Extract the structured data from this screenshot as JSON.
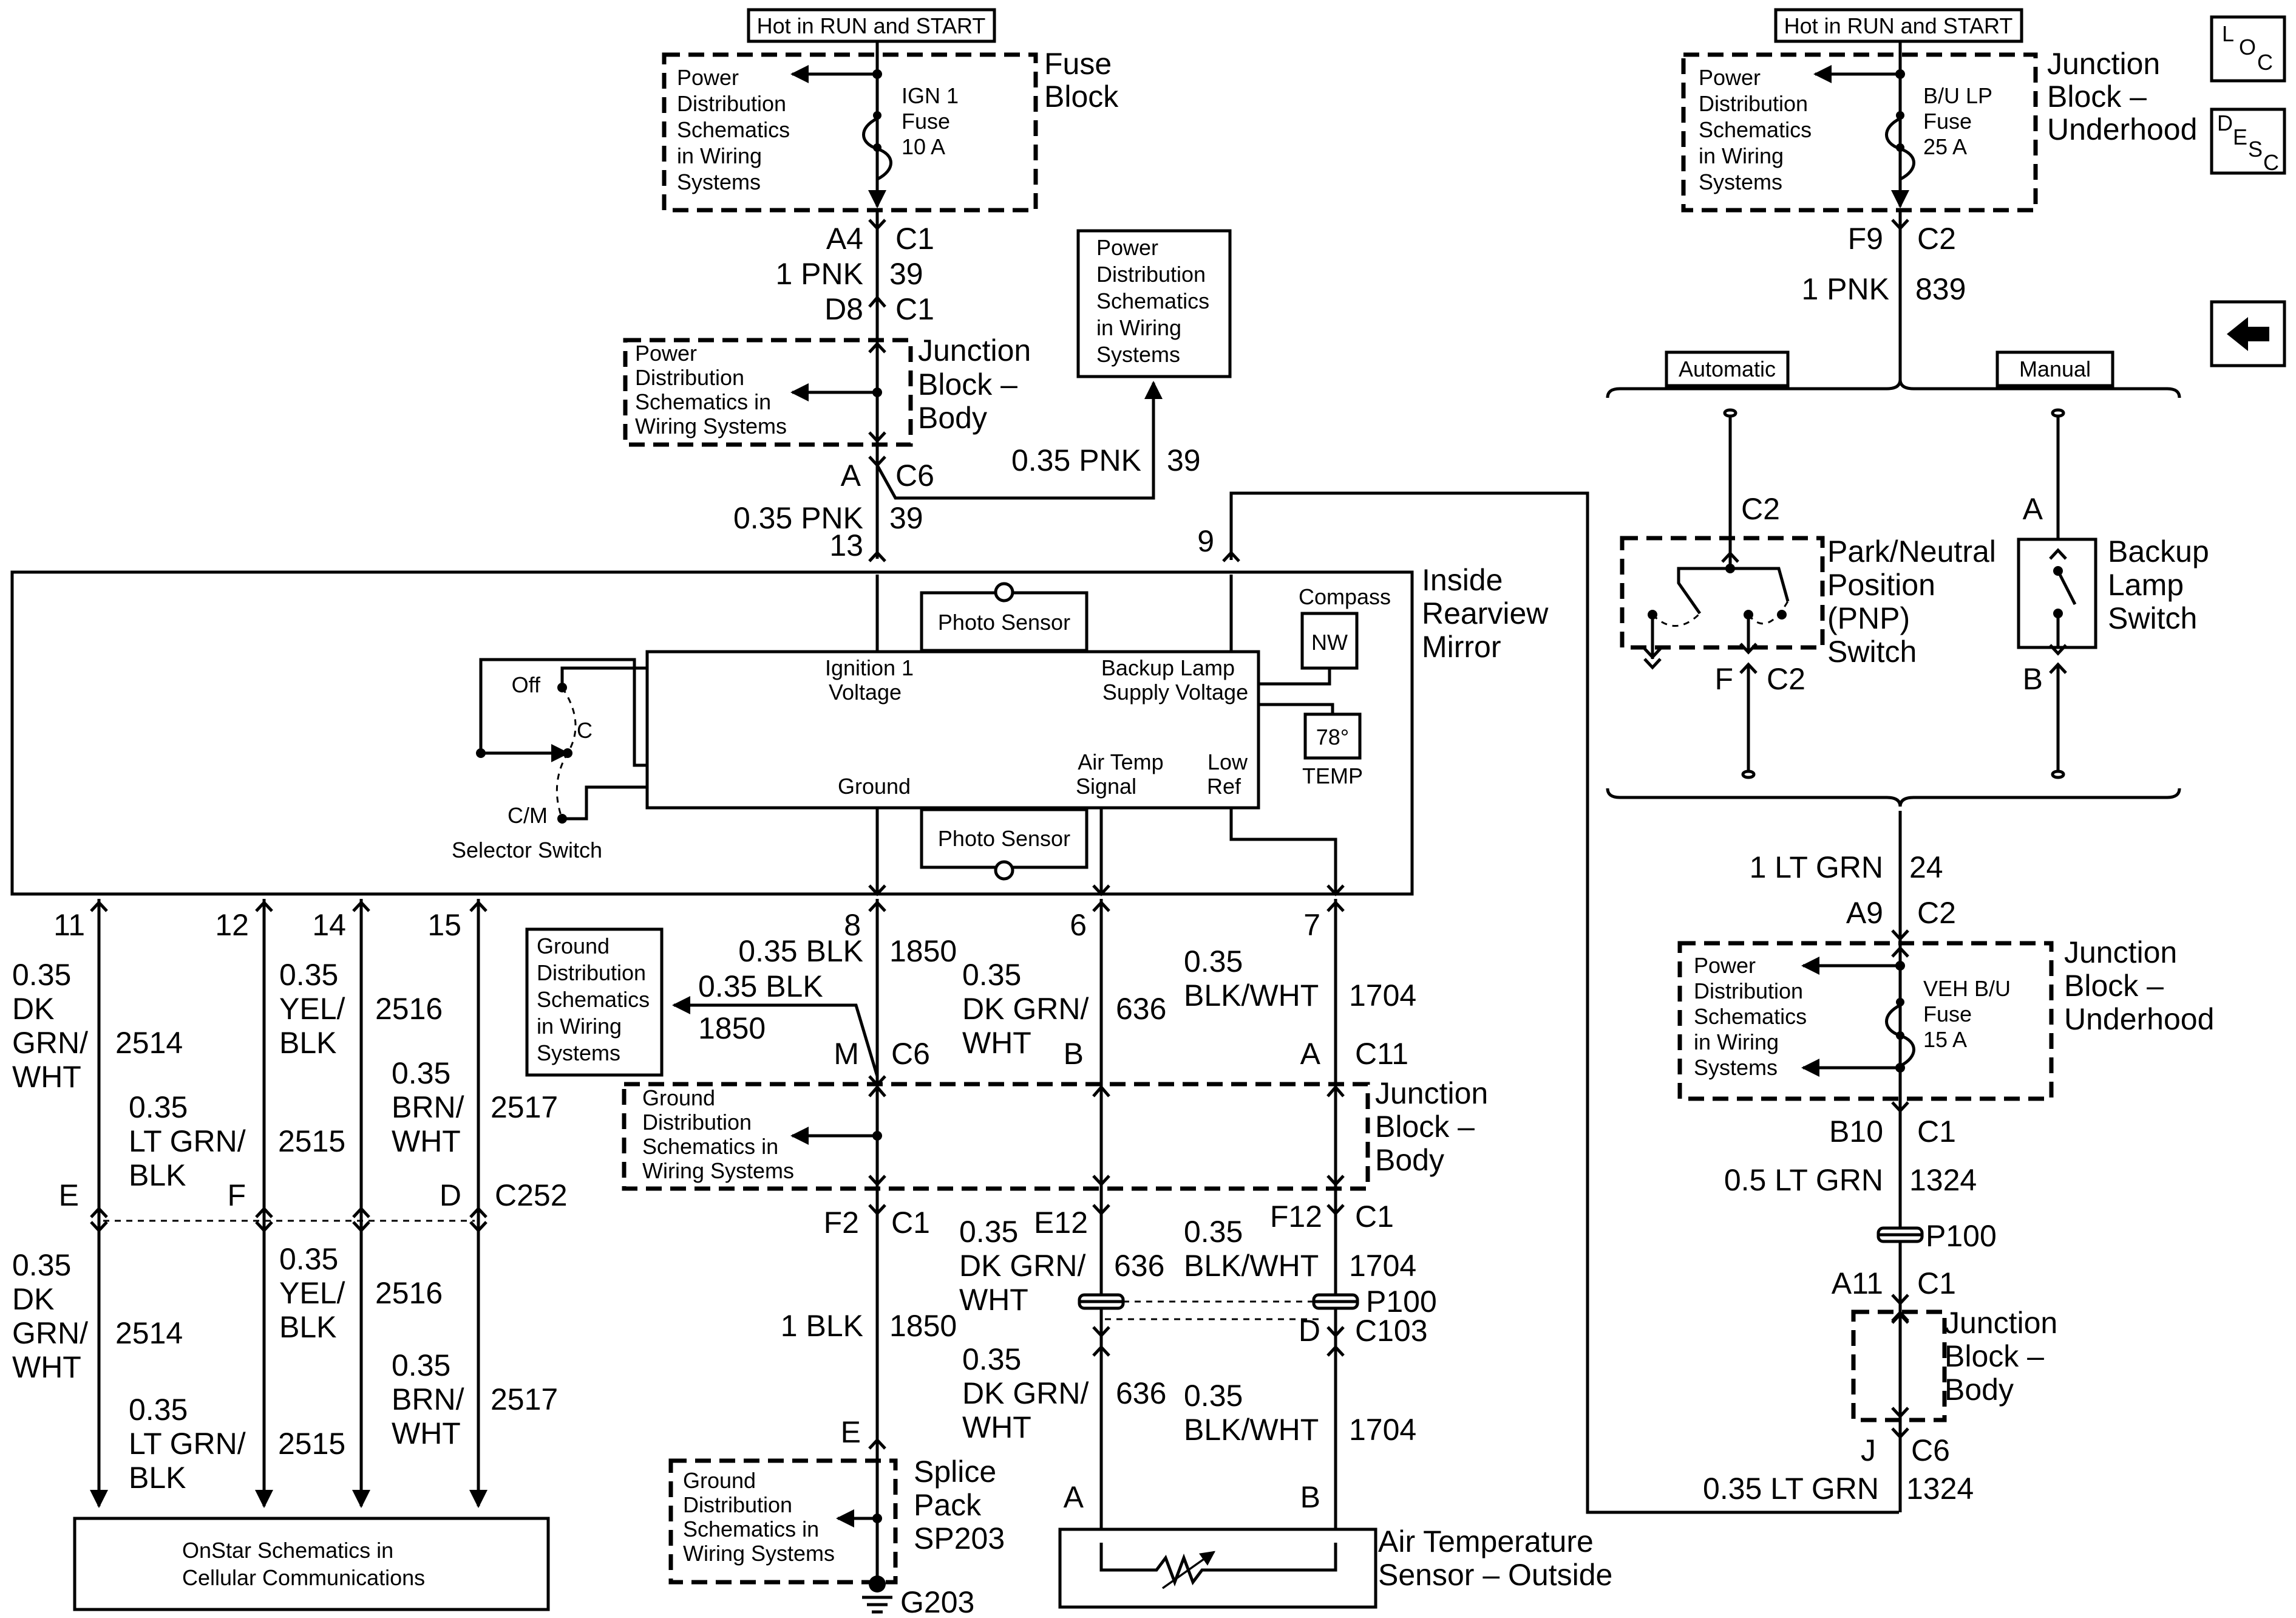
{
  "header_left": {
    "text": "Hot in RUN and START"
  },
  "header_right": {
    "text": "Hot in RUN and START"
  },
  "nav": {
    "loc": "LOC",
    "desc": "DESC"
  },
  "pd_text": [
    "Power",
    "Distribution",
    "Schematics",
    "in Wiring",
    "Systems"
  ],
  "pd_jb_text": [
    "Power",
    "Distribution",
    "Schematics in",
    "Wiring Systems"
  ],
  "gd_text": [
    "Ground",
    "Distribution",
    "Schematics in",
    "Wiring Systems"
  ],
  "gd_wire_text": [
    "Ground",
    "Distribution",
    "Schematics",
    "in Wiring",
    "Systems"
  ],
  "fuse_ign": {
    "lines": [
      "IGN 1",
      "Fuse",
      "10 A"
    ]
  },
  "fuse_bu": {
    "lines": [
      "B/U LP",
      "Fuse",
      "25 A"
    ]
  },
  "fuse_veh": {
    "lines": [
      "VEH B/U",
      "Fuse",
      "15 A"
    ]
  },
  "component_labels": {
    "fuse_block": [
      "Fuse",
      "Block"
    ],
    "jb_underhood": [
      "Junction",
      "Block –",
      "Underhood"
    ],
    "jb_body": [
      "Junction",
      "Block –",
      "Body"
    ],
    "mirror": [
      "Inside",
      "Rearview",
      "Mirror"
    ],
    "pnp": [
      "Park/Neutral",
      "Position",
      "(PNP)",
      "Switch"
    ],
    "backup_switch": [
      "Backup",
      "Lamp",
      "Switch"
    ],
    "splice": [
      "Splice",
      "Pack",
      "SP203"
    ],
    "air_temp": [
      "Air Temperature",
      "Sensor – Outside"
    ],
    "onstar": [
      "OnStar Schematics in",
      "Cellular Communications"
    ]
  },
  "options": {
    "automatic": "Automatic",
    "manual": "Manual"
  },
  "mirror_internal": {
    "photo_sensor": "Photo Sensor",
    "ign_voltage": [
      "Ignition 1",
      "Voltage"
    ],
    "backup_supply": [
      "Backup Lamp",
      "Supply Voltage"
    ],
    "ground": "Ground",
    "air_temp_signal": [
      "Air Temp",
      "Signal"
    ],
    "low_ref": [
      "Low",
      "Ref"
    ],
    "compass": "Compass",
    "nw": "NW",
    "temp_value": "78°",
    "temp": "TEMP",
    "off": "Off",
    "c": "C",
    "cm": "C/M",
    "selector": "Selector Switch"
  },
  "labels": {
    "a4": "A4",
    "c1": "C1",
    "pnk1": "1 PNK",
    "n39": "39",
    "d8": "D8",
    "a": "A",
    "c6": "C6",
    "pnk035": "0.35 PNK",
    "n13": "13",
    "n9": "9",
    "f9": "F9",
    "c2": "C2",
    "n839": "839",
    "p11": "11",
    "p12": "12",
    "p14": "14",
    "p15": "15",
    "p8": "8",
    "p6": "6",
    "p7": "7",
    "n035": "0.35",
    "dk": "DK",
    "grn_sl": "GRN/",
    "wht": "WHT",
    "ltgrn_sl": "LT GRN/",
    "blk": "BLK",
    "yel_sl": "YEL/",
    "brn_sl": "BRN/",
    "dkgrn_sl": "DK GRN/",
    "blkwht": "BLK/WHT",
    "n2514": "2514",
    "n2515": "2515",
    "n2516": "2516",
    "n2517": "2517",
    "blk035": "0.35 BLK",
    "n1850": "1850",
    "n636": "636",
    "n1704": "1704",
    "m": "M",
    "b": "B",
    "c11": "C11",
    "e": "E",
    "f": "F",
    "d": "D",
    "c252": "C252",
    "f2": "F2",
    "e12": "E12",
    "f12": "F12",
    "blk1": "1 BLK",
    "p100": "P100",
    "c103": "C103",
    "g203": "G203",
    "ltgrn1": "1 LT GRN",
    "n24": "24",
    "a9": "A9",
    "b10": "B10",
    "ltgrn05": "0.5 LT GRN",
    "n1324": "1324",
    "a11": "A11",
    "j": "J",
    "ltgrn035": "0.35 LT GRN"
  }
}
